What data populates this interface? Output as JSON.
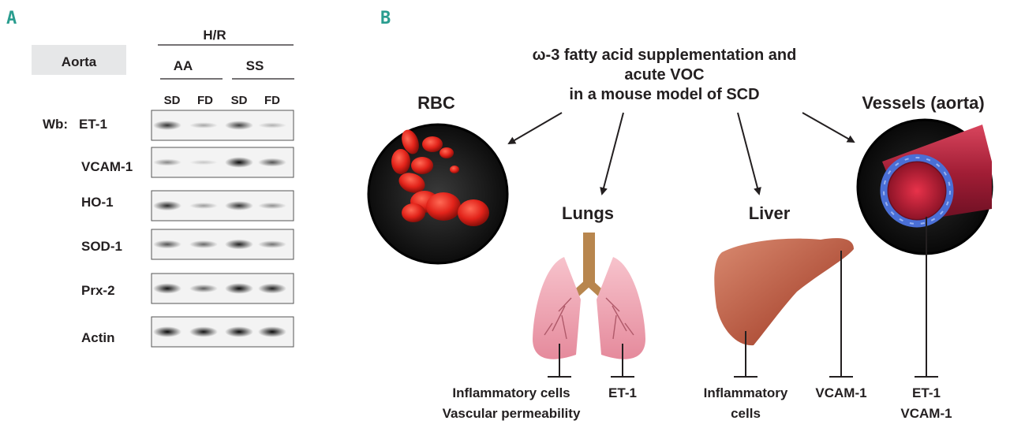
{
  "panel_a": {
    "letter": "A",
    "tissue_label": "Aorta",
    "condition_label": "H/R",
    "genotypes": [
      "AA",
      "SS"
    ],
    "diets": [
      "SD",
      "FD",
      "SD",
      "FD"
    ],
    "wb_prefix": "Wb:",
    "blots": [
      {
        "protein": "ET-1",
        "intensities": [
          0.75,
          0.2,
          0.7,
          0.15
        ]
      },
      {
        "protein": "VCAM-1",
        "intensities": [
          0.35,
          0.05,
          0.95,
          0.6
        ]
      },
      {
        "protein": "HO-1",
        "intensities": [
          0.8,
          0.25,
          0.75,
          0.3
        ]
      },
      {
        "protein": "SOD-1",
        "intensities": [
          0.6,
          0.5,
          0.85,
          0.45
        ]
      },
      {
        "protein": "Prx-2",
        "intensities": [
          0.9,
          0.55,
          0.95,
          0.85
        ]
      },
      {
        "protein": "Actin",
        "intensities": [
          0.95,
          0.9,
          0.95,
          0.95
        ]
      }
    ]
  },
  "panel_b": {
    "letter": "B",
    "title_lines": [
      "ω-3 fatty acid supplementation and",
      "acute VOC",
      "in a mouse model of SCD"
    ],
    "organs": {
      "rbc": "RBC",
      "lungs": "Lungs",
      "liver": "Liver",
      "vessels": "Vessels (aorta)"
    },
    "outcomes": {
      "lungs_left": [
        "Inflammatory cells",
        "Vascular permeability"
      ],
      "lungs_right": [
        "ET-1"
      ],
      "liver_left": [
        "Inflammatory",
        "cells"
      ],
      "liver_right": [
        "VCAM-1"
      ],
      "vessels": [
        "ET-1",
        "VCAM-1"
      ]
    },
    "colors": {
      "panel_letter": "#2a9d8f",
      "rbc_red": "#e8201a",
      "lung_pink": "#f2a7b4",
      "liver_brown": "#b5563e",
      "vessel_red": "#b0243a",
      "endothelium_blue": "#4a6fd6"
    }
  }
}
